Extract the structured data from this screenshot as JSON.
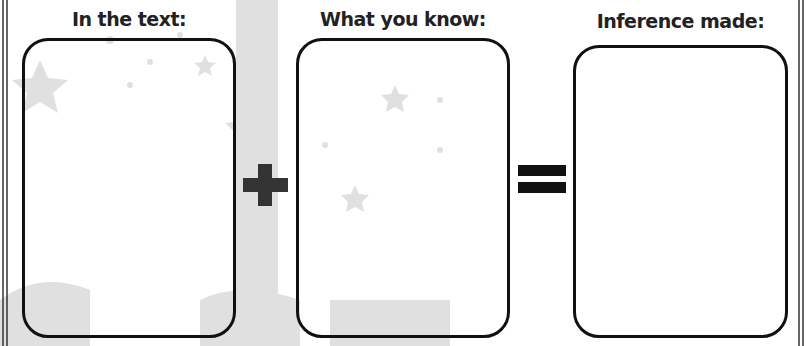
{
  "diagram": {
    "nodes": [
      {
        "text": [
          "In the text:"
        ]
      },
      {
        "text": [
          "What you know:"
        ]
      },
      {
        "text": [
          "Inference made:"
        ]
      }
    ]
  }
}
